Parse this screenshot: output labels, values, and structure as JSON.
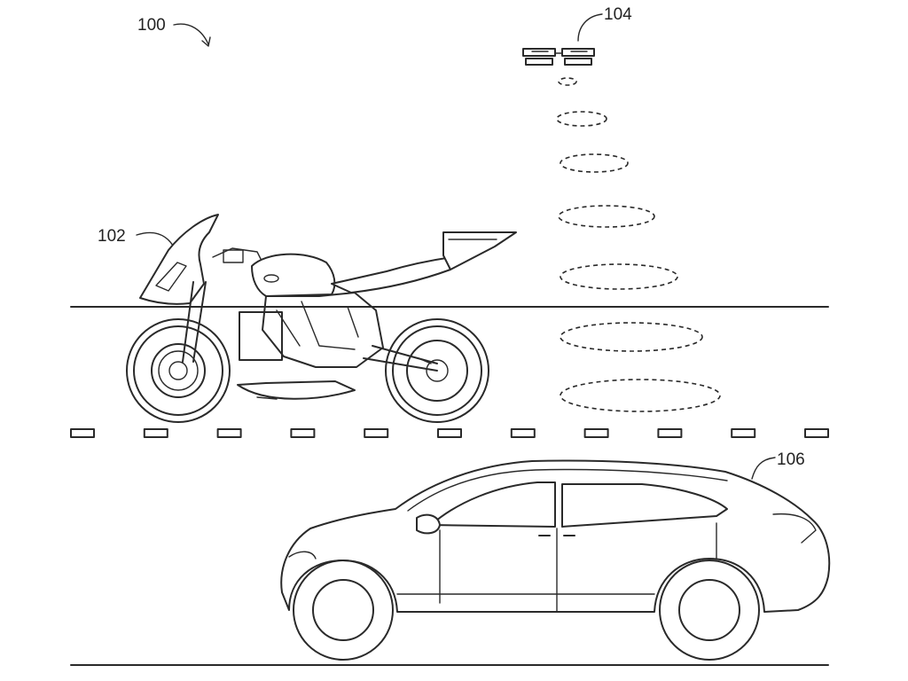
{
  "figure": {
    "label_system": "100",
    "label_motorcycle": "102",
    "label_drone": "104",
    "label_car": "106"
  },
  "colors": {
    "ink": "#2a2a2a",
    "background": "#ffffff"
  },
  "signal_rings": 7,
  "lane_dashes": 11
}
